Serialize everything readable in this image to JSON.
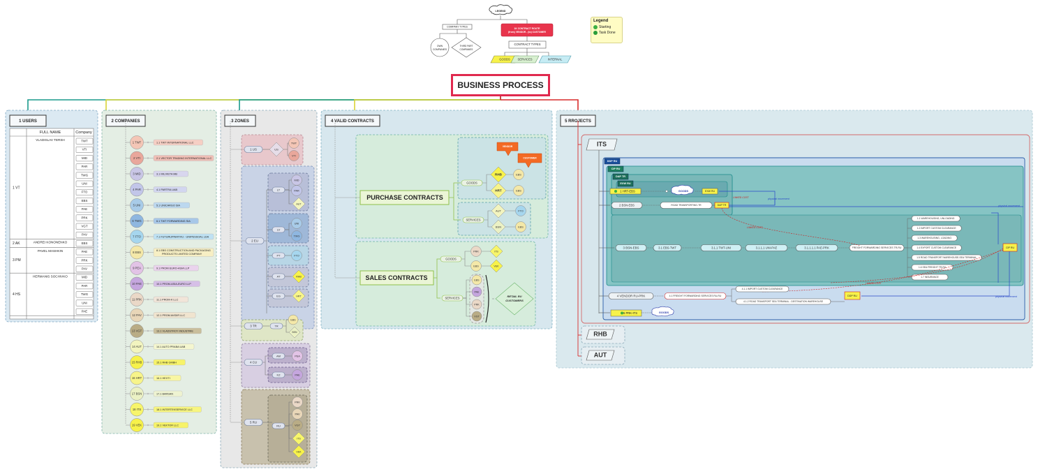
{
  "top": {
    "legend_label": "LEGEND",
    "company_types": "COMPANY TYPES",
    "own_companies": "OWN COMPANIES",
    "third_part_companies": "THIRD PART COMPANIES",
    "contract_banner_line1": "1K CONTRACT ROUTE",
    "contract_banner_line2": "(from) VENDOR - (to) CUSTOMER",
    "contract_types": "CONTRACT TYPES",
    "goods": "GOODS",
    "services": "SERVICES",
    "internal": "INTERNAL",
    "title": "BUSINESS PROCESS"
  },
  "legend": {
    "title": "Legend",
    "items": [
      {
        "label": "Starting",
        "color": "#3cb043"
      },
      {
        "label": "Task Done",
        "color": "#2a9d3a"
      }
    ]
  },
  "colors": {
    "teal": "#1a9a8c",
    "yellow": "#d8d436",
    "red": "#d92b2b",
    "green": "#9bc24a",
    "panel": "#dbe9ee",
    "panelBorder": "#8fb9c9"
  },
  "users": {
    "header": "1 USERS",
    "col_name": "FULL NAME",
    "col_company": "Company",
    "rows": [
      {
        "code": "1  VT",
        "name": "VLADISLAV TERSH",
        "companies": [
          "TWT",
          "VTI",
          "MID",
          "PAR",
          "TWG",
          "UNI",
          "FTO",
          "EBS",
          "PAE",
          "PRK",
          "VGT",
          "PAV"
        ]
      },
      {
        "code": "2  AK",
        "name": "ANDREI KONONENKO",
        "companies": [
          "EBS"
        ]
      },
      {
        "code": "3  PM",
        "name": "PAVEL MASHKIN",
        "companies": [
          "PAE",
          "PRK",
          "PAV"
        ]
      },
      {
        "code": "4  HS",
        "name": "HERMANIS SOCHIVKO",
        "companies": [
          "MID",
          "PAR",
          "TWG",
          "UNI",
          "PAE"
        ]
      }
    ]
  },
  "companies": {
    "header": "2 COMPANIES",
    "items": [
      {
        "code": "1  TWT",
        "name": "1.1  TWT INTERNATIONAL LLC",
        "circle": "#f4c6b6",
        "tag": "#f6cfc4"
      },
      {
        "code": "2  VTI",
        "name": "2.1  VECTOR TRADING INTERNATIONAL LLC",
        "circle": "#e9a79b",
        "tag": "#f0bfb6"
      },
      {
        "code": "3  MID",
        "name": "3.1  MILIVETA MB",
        "circle": "#c9c6e6",
        "tag": "#d8d6ee"
      },
      {
        "code": "4  PAR",
        "name": "4.1  PARTRA UAB",
        "circle": "#c2c6e9",
        "tag": "#d2d6f0"
      },
      {
        "code": "5  UNI",
        "name": "5.1  UNICARGO SIA",
        "circle": "#a8cbe8",
        "tag": "#bcd8ef"
      },
      {
        "code": "6  TWG",
        "name": "6.1  TWT FORWARDING SIA",
        "circle": "#8fb7e0",
        "tag": "#a7c7e8"
      },
      {
        "code": "7  FTO",
        "name": "7.1  FUTURUPINATIVU - UNIPESSOAL LDA",
        "circle": "#a6d6ee",
        "tag": "#bfe2f3"
      },
      {
        "code": "8  EBS",
        "name": "8.1  EBS CONSTRUCTION AND PACKAGING PRODUCTS LIMITED COMPANY",
        "circle": "#f4e8a8",
        "tag": "#f7efc4"
      },
      {
        "code": "9  PEA",
        "name": "9.1  PROM EURO-ASIA LLP",
        "circle": "#e2c3e6",
        "tag": "#ead3ed"
      },
      {
        "code": "10  PAE",
        "name": "10.1  PROM-ASIA-EURO LLP",
        "circle": "#c5a6de",
        "tag": "#d6bfe7"
      },
      {
        "code": "11  PRK",
        "name": "11.1  PROM-K LLC",
        "circle": "#ead8c7",
        "tag": "#f1e5d9"
      },
      {
        "code": "12  PAV",
        "name": "12.1  PROM AVIDIR LLC",
        "circle": "#e8d6b8",
        "tag": "#f0e4cf"
      },
      {
        "code": "13  VGT",
        "name": "13.1  VLADSTROY INDUSTRIE",
        "circle": "#b9ac85",
        "tag": "#c9be9b"
      },
      {
        "code": "14  AUT",
        "name": "14.1  AUTO PRABA UAB",
        "circle": "#f2f4bf",
        "tag": "#f4f6cf"
      },
      {
        "code": "15  RHB",
        "name": "15.1  RHB GMBH",
        "circle": "#f7f24a",
        "tag": "#f7f369"
      },
      {
        "code": "16  HRT",
        "name": "16.1  HEXTI",
        "circle": "#f7f48a",
        "tag": "#f8f6a2"
      },
      {
        "code": "17  BSN",
        "name": "17.1  BARSAN",
        "circle": "#ebf1c4",
        "tag": "#eef3d1"
      },
      {
        "code": "18  ITS",
        "name": "18.1  INTERTEKSERVICE LLC",
        "circle": "#f7f56a",
        "tag": "#f7f57f"
      },
      {
        "code": "19  VEK",
        "name": "19.1  VEKTOR LLC",
        "circle": "#f7f24a",
        "tag": "#f7f369"
      }
    ]
  },
  "zones": {
    "header": "3 ZONES",
    "groups": [
      {
        "label": "1  US",
        "hub": "US",
        "members": [
          "TWT",
          "VTI"
        ],
        "bg": "#e6c4c6"
      },
      {
        "label": "2  EU",
        "hub": "",
        "sub": [
          {
            "hub": "LT",
            "members": [
              "MID",
              "PAR",
              "AUT"
            ],
            "bg": "#b8bfd8"
          },
          {
            "hub": "LV",
            "members": [
              "UNI",
              "TWG"
            ],
            "bg": "#9fb8d8"
          },
          {
            "hub": "PT",
            "members": [
              "FTO"
            ],
            "bg": "#b8d6e6"
          },
          {
            "hub": "AT",
            "members": [
              "RHB"
            ],
            "bg": "#c3c7d9"
          },
          {
            "hub": "EG",
            "members": [
              "HRT"
            ],
            "bg": "#c3c7d9"
          }
        ],
        "bg": "#c9d3e6"
      },
      {
        "label": "3  TR",
        "hub": "TR",
        "members": [
          "EBS",
          "BSN"
        ],
        "bg": "#dfe6c6"
      },
      {
        "label": "4  CU",
        "hub": "",
        "sub": [
          {
            "hub": "AM",
            "members": [
              "PEA"
            ],
            "bg": "#bcb0cc"
          },
          {
            "hub": "KZ",
            "members": [
              "PAE"
            ],
            "bg": "#bcb0cc"
          }
        ],
        "bg": "#d8cfe2"
      },
      {
        "label": "5  RU",
        "hub": "RU",
        "members": [
          "PRK",
          "PAV",
          "VGT",
          "ITS",
          "VEK"
        ],
        "bg": "#c8c1ad"
      }
    ]
  },
  "contracts": {
    "header": "4 VALID CONTRACTS",
    "purchase": "PURCHASE CONTRACTS",
    "sales": "SALES CONTRACTS",
    "goods": "GOODS",
    "services": "SERVICES",
    "vendor": "VENDOR",
    "customer": "CUSTOMER",
    "p_goods": [
      {
        "from": "RHB",
        "to": "EBS"
      },
      {
        "from": "HRT",
        "to": "EBS"
      }
    ],
    "p_services": [
      {
        "from": "AUT",
        "to": "FTO"
      },
      {
        "from": "BSN",
        "to": "EBS"
      }
    ],
    "s_goods": [
      {
        "from": "PRK",
        "to": "ITS"
      },
      {
        "from": "EBS",
        "to": "VEK"
      }
    ],
    "s_services": [
      "EBS",
      "PAE",
      "PRK",
      "VGT"
    ],
    "retail_line1": "RETAIL RU",
    "retail_line2": "CUSTOMERS"
  },
  "projects": {
    "header": "5 RROJECTS",
    "its": "ITS",
    "rhb": "RHB",
    "aut": "AUT",
    "layers": [
      "DDP RU",
      "CIP RU",
      "DAP TR",
      "EXW RU"
    ],
    "row1": {
      "label": "1  HRT-EBS",
      "goods": "GOODS",
      "end": "EXW RU"
    },
    "row2": {
      "label": "2  BSN-EBS",
      "service": "ROAD TRANSPORTING-TR",
      "end": "DAP TR"
    },
    "row3": {
      "label": "3  BSN-EBS",
      "chain": [
        "3.1  EBS-TWT",
        "3.1.1  TWT-UNI",
        "3.1.1.1  UNI-PAE",
        "3.1.1.1.1  PAE-PRK"
      ],
      "ff": "FREIGHT FORWARDING SERVICES TR-RU",
      "end": "CIP RU"
    },
    "services_list": [
      "1.1  WAREHOUSING, UNLOADING",
      "1.2  IMPORT CUSTOM CLEARANCE",
      "1.3  WAREHOUSING, LOADING",
      "1.4  EXPORT CUSTOM CLEARANCE",
      "1.5  ROAD TRANSPORT WAREHOUSE-SEA TERMINAL",
      "1.6  SEA FREIGHT TR-RU",
      "1.7  INSURANCE"
    ],
    "row4": {
      "label": "4  VENDOR RU-PRK",
      "ff": "4.1  FREIGHT FORWARDING SERVICES RU-RU",
      "subs": [
        "4.1.1  IMPORT CUSTOM CLEARANCE",
        "4.1.2  ROAD TRANSPORT SEA TERMINAL - DESTINATION WAREHOUSE"
      ],
      "end": "DDP RU"
    },
    "row5": {
      "label": "5  PRK-ITS",
      "goods": "GOODS"
    },
    "physical_movement": "physical movement",
    "linked_cost": "LINKED COST"
  }
}
